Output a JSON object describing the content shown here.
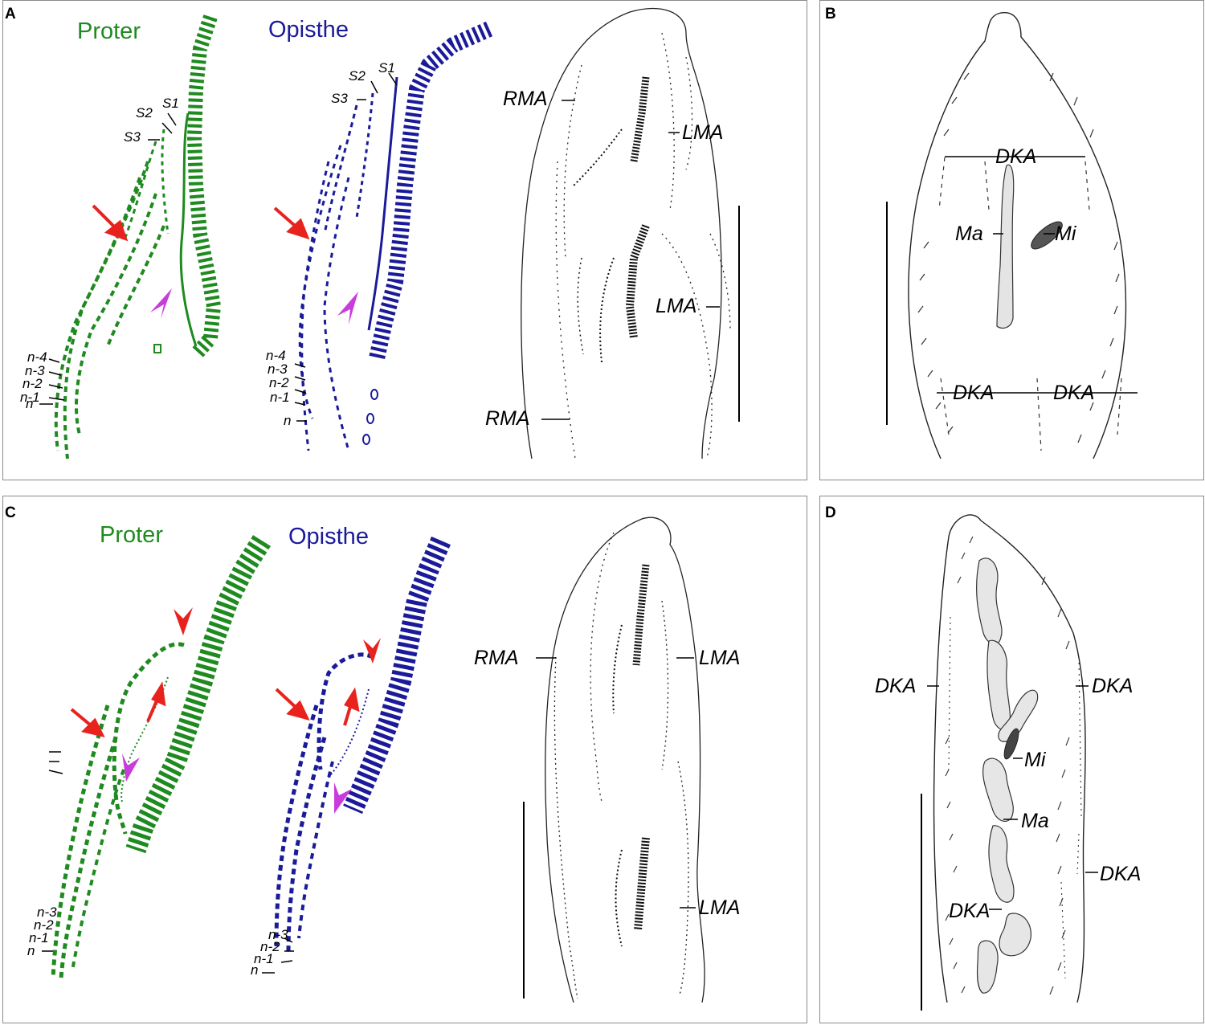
{
  "panels": {
    "A": {
      "letter": "A",
      "proter_title": "Proter",
      "opisthe_title": "Opisthe",
      "proter_labels": [
        "S1",
        "S2",
        "S3",
        "n-4",
        "n-3",
        "n-2",
        "n-1",
        "n"
      ],
      "opisthe_labels": [
        "S1",
        "S2",
        "S3",
        "n-4",
        "n-3",
        "n-2",
        "n-1",
        "n"
      ],
      "cell_labels": [
        "RMA",
        "LMA",
        "LMA",
        "RMA"
      ]
    },
    "B": {
      "letter": "B",
      "labels": [
        "DKA",
        "Ma",
        "Mi",
        "DKA",
        "DKA"
      ]
    },
    "C": {
      "letter": "C",
      "proter_title": "Proter",
      "opisthe_title": "Opisthe",
      "proter_labels": [
        "n-3",
        "n-2",
        "n-1",
        "n"
      ],
      "opisthe_labels": [
        "n-3",
        "n-2",
        "n-1",
        "n"
      ],
      "cell_labels": [
        "RMA",
        "LMA",
        "LMA"
      ]
    },
    "D": {
      "letter": "D",
      "labels": [
        "DKA",
        "DKA",
        "Mi",
        "Ma",
        "DKA",
        "DKA"
      ]
    }
  },
  "colors": {
    "proter": "#1f8a1f",
    "opisthe": "#1a1a9a",
    "arrow_red": "#e8231e",
    "arrowhead_magenta": "#c83cdc",
    "border": "#8a8a8a"
  }
}
